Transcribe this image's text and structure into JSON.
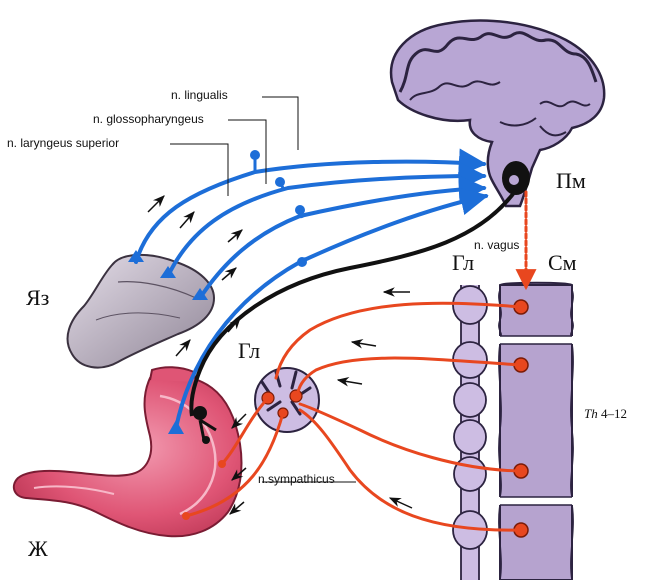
{
  "labels": {
    "n_lingualis": "n. lingualis",
    "n_glossopharyngeus": "n. glossopharyngeus",
    "n_laryngeus": "n. laryngeus superior",
    "n_vagus": "n. vagus",
    "n_sympathicus": "n.sympathicus",
    "pm": "Пм",
    "sm": "См",
    "gl_chain": "Гл",
    "gl_ganglion": "Гл",
    "yaz": "Яз",
    "zh": "Ж",
    "th_prefix": "Th",
    "th_range": "4–12"
  },
  "colors": {
    "brain_fill": "#b8a6d4",
    "brain_outline": "#2c2340",
    "afferent_blue": "#1d6ed8",
    "vagus_black": "#111111",
    "efferent_red": "#e8471f",
    "spinal_fill": "#b6a3cf",
    "ganglion_fill": "#cdbde3",
    "stomach_fill": "#e25b7a",
    "tongue_fill": "#c9c0cf"
  }
}
